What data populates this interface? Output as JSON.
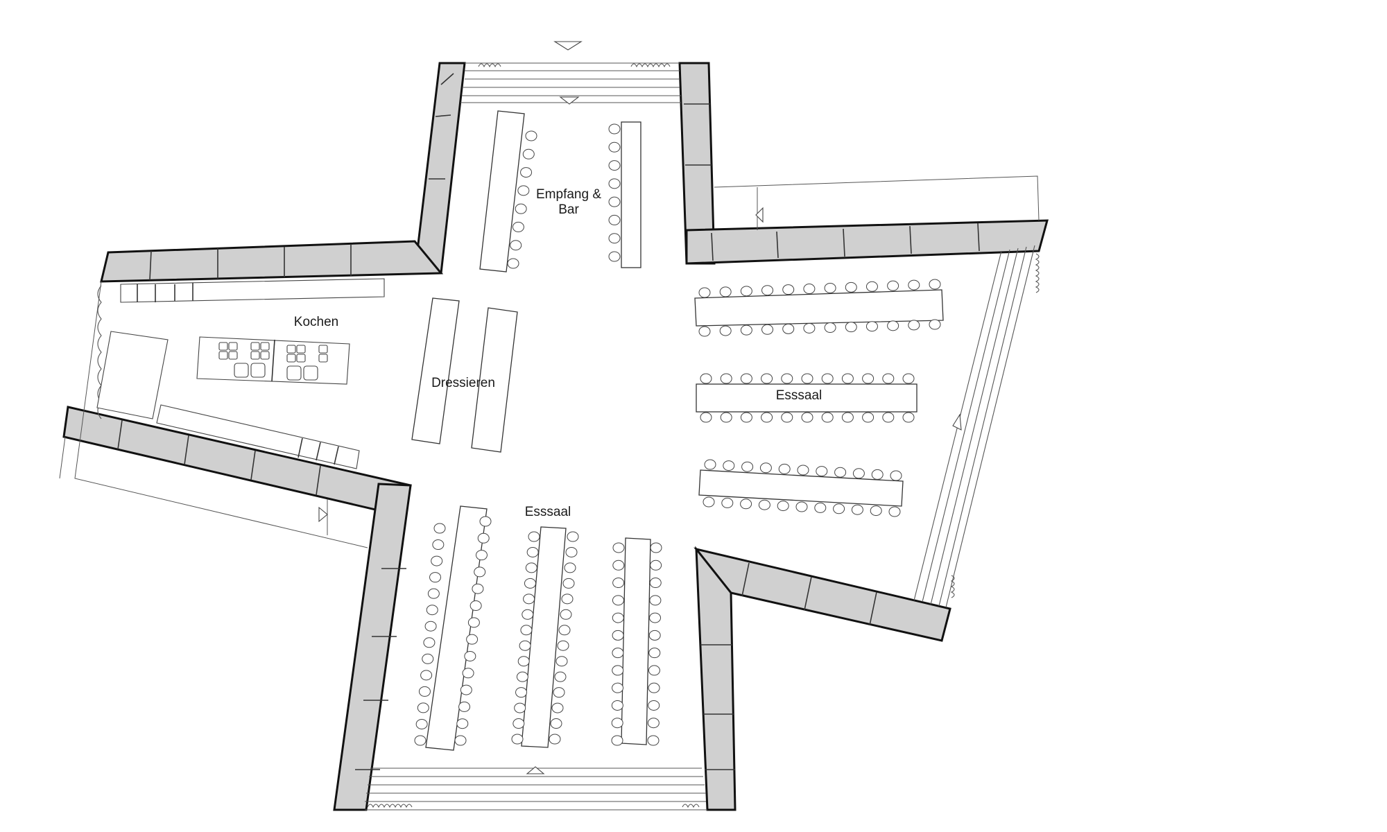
{
  "floor_plan": {
    "rooms": [
      {
        "id": "reception",
        "label": "Empfang &",
        "label_line2": "Bar"
      },
      {
        "id": "kitchen",
        "label": "Kochen"
      },
      {
        "id": "plating",
        "label": "Dressieren"
      },
      {
        "id": "dining_east",
        "label": "Esssaal"
      },
      {
        "id": "dining_south",
        "label": "Esssaal"
      }
    ],
    "colors": {
      "wall_fill": "#d0d0d0",
      "wall_outline": "#111111",
      "background": "#ffffff"
    }
  }
}
